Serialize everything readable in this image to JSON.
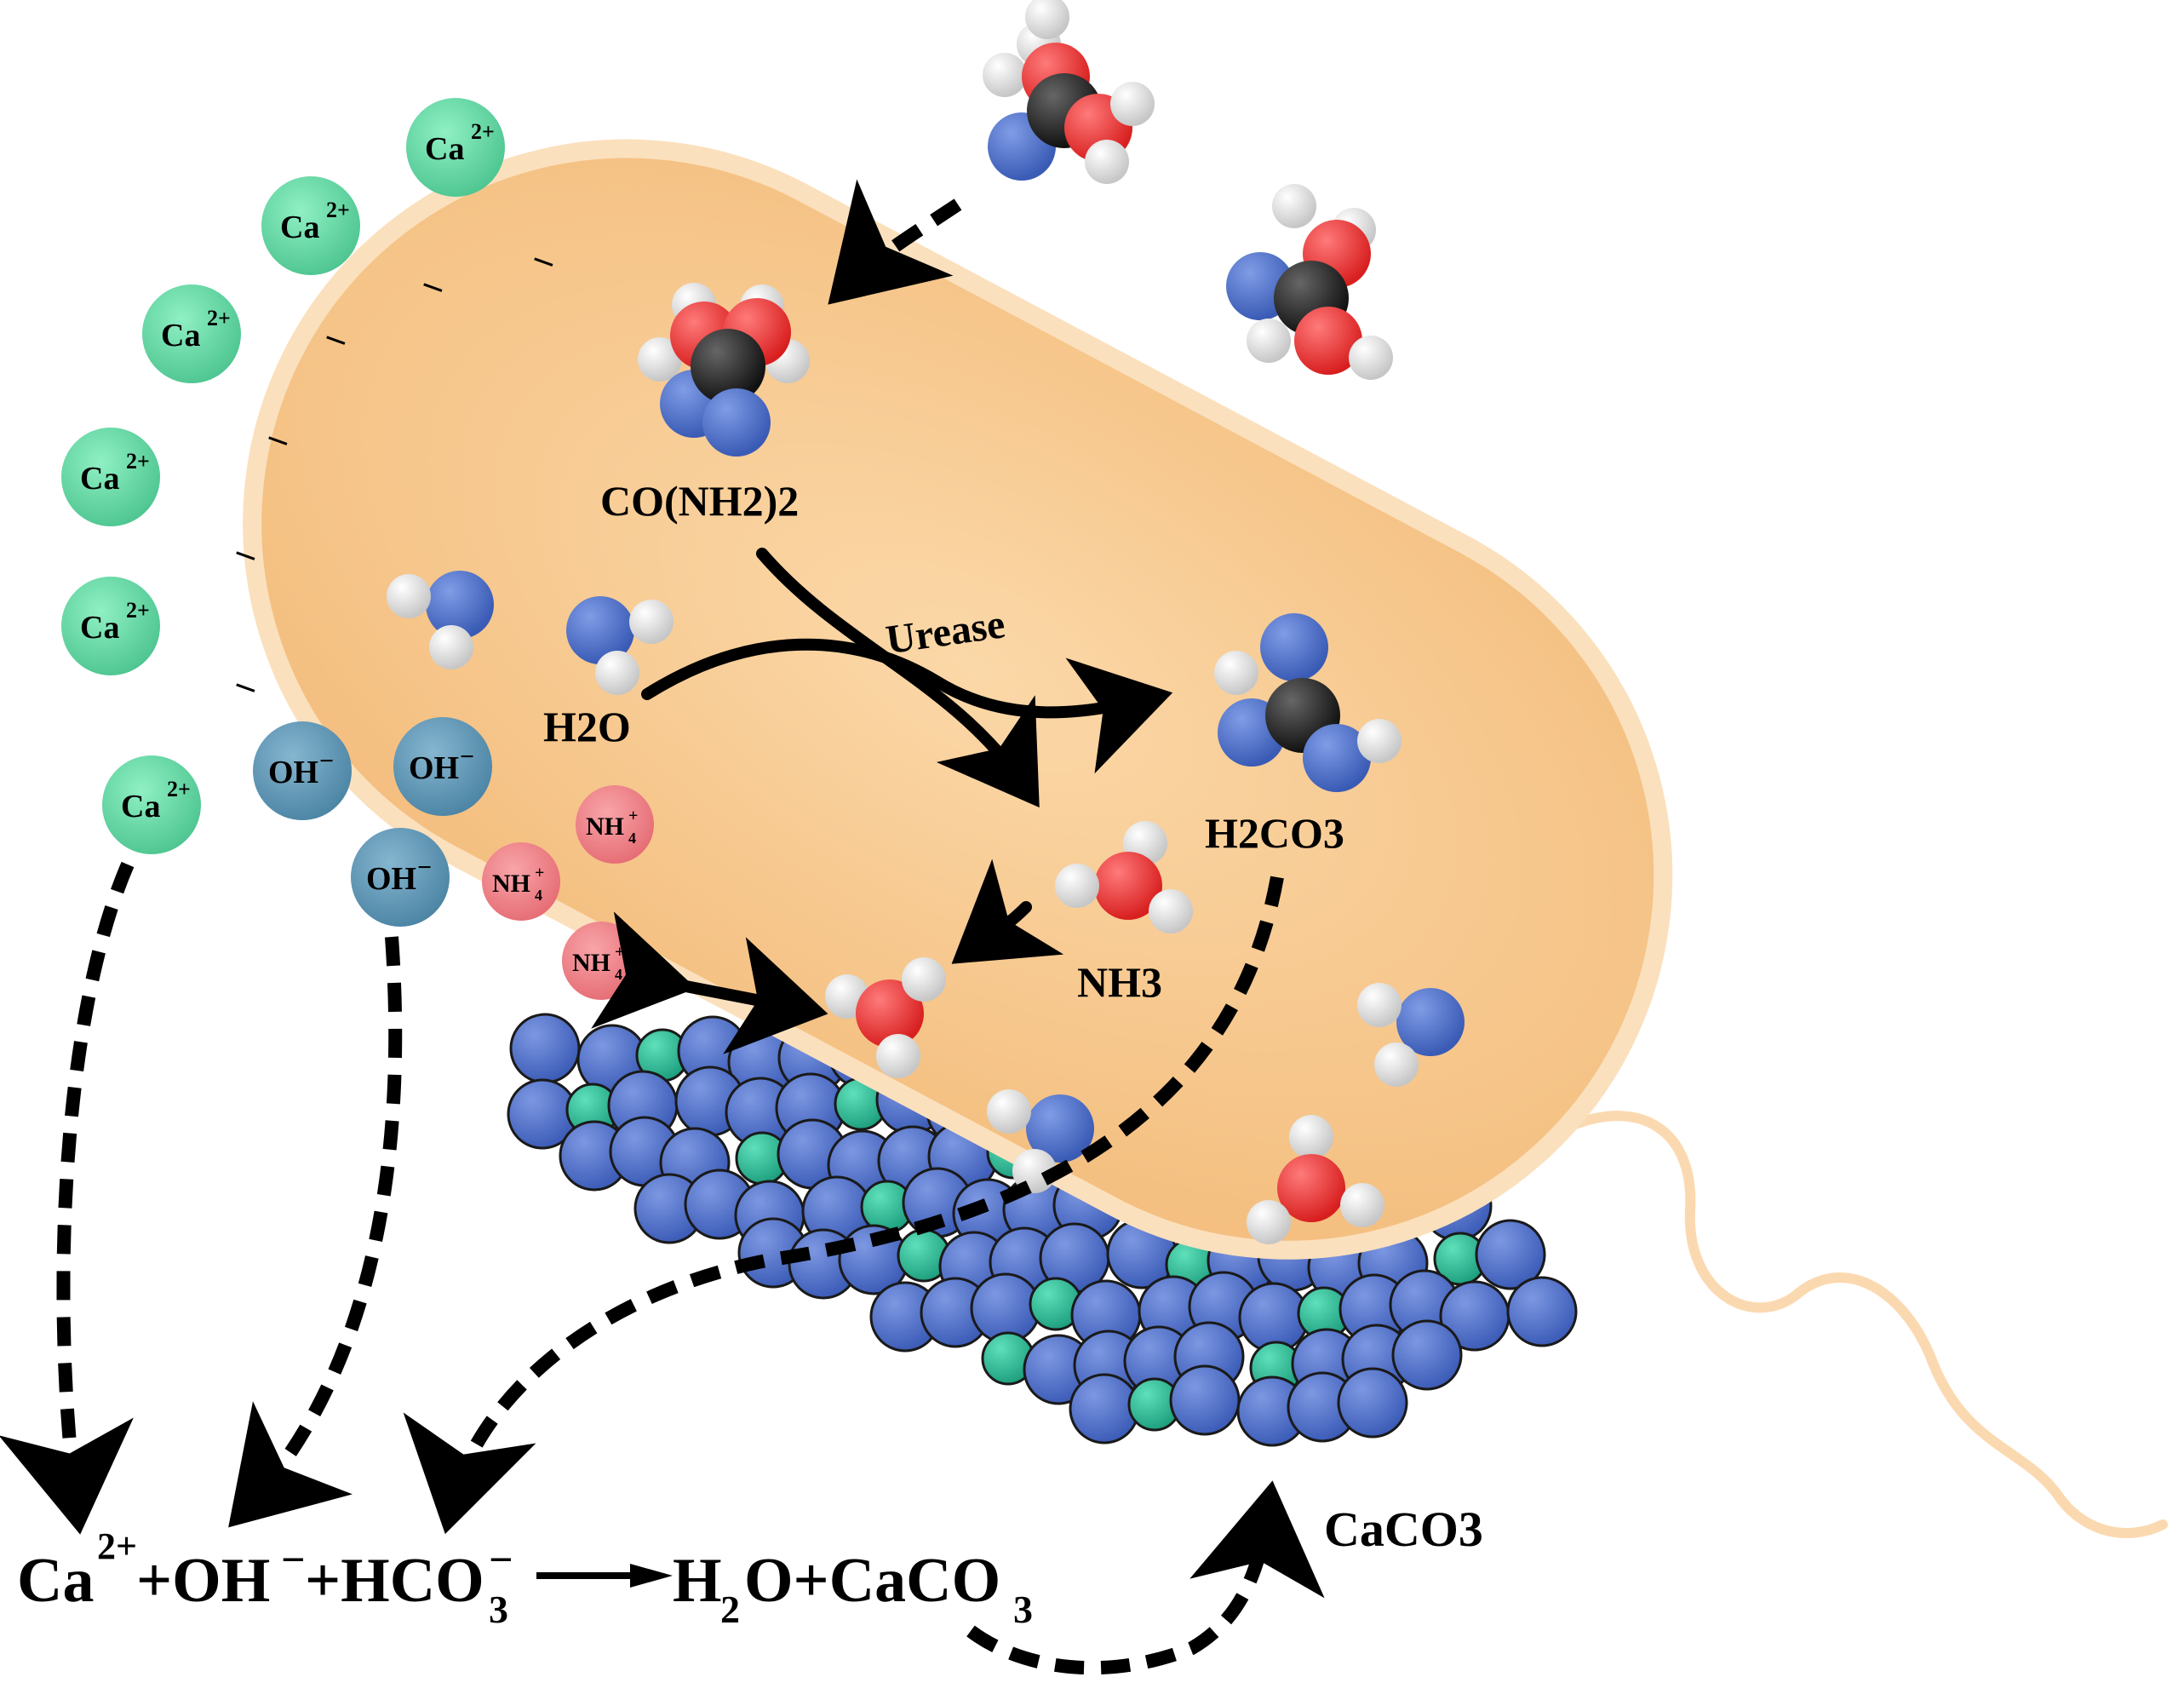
{
  "labels": {
    "urea": "CO(NH2)2",
    "urease": "Urease",
    "water": "H2O",
    "carbonic_acid": "H2CO3",
    "ammonia": "NH3",
    "calcium_carbonate": "CaCO3"
  },
  "ions": {
    "calcium": "Ca",
    "calcium_charge": "2+",
    "hydroxide": "OH",
    "hydroxide_charge": "−",
    "ammonium": "NH",
    "ammonium_sub": "4",
    "ammonium_charge": "+",
    "membrane_charge": "–"
  },
  "equation": {
    "ca": "Ca",
    "ca_charge": "2+",
    "plus1": "+OH",
    "oh_charge": "−",
    "plus2": "+HCO",
    "hco3_sub": "3",
    "hco3_charge": "−",
    "products": "H",
    "h2_sub": "2",
    "products_rest": "O+CaCO",
    "caco3_sub": "3"
  },
  "colors": {
    "cell_fill": "#f7c98f",
    "cell_border": "#fbe0bd",
    "calcium_ion": "#5fd3a0",
    "hydroxide_ion": "#5b93b3",
    "ammonium_ion": "#ee7f86",
    "carbon_atom": "#1e1e1e",
    "oxygen_atom": "#ea2a2a",
    "nitrogen_atom": "#4466c0",
    "hydrogen_atom": "#e2e2e2",
    "crystal_blue": "#4a6ccc",
    "crystal_green": "#2ab894",
    "flagellum": "#fbd9b0"
  }
}
